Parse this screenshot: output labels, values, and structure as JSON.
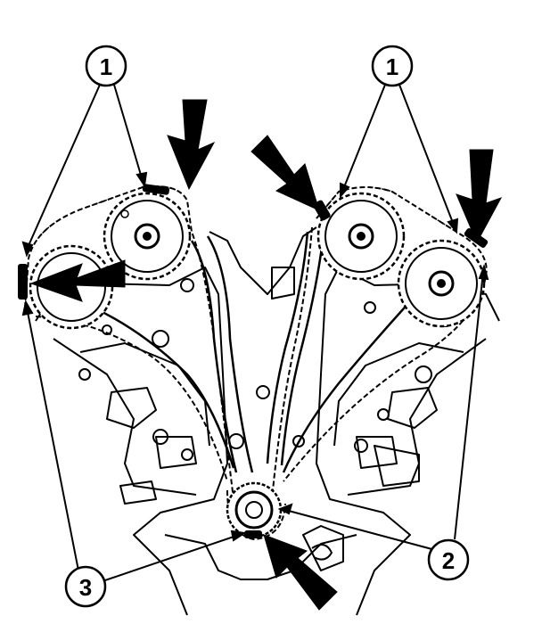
{
  "colors": {
    "ink": "#000000",
    "paper": "#ffffff"
  },
  "callouts": {
    "c1_left": "1",
    "c1_right": "1",
    "c2": "2",
    "c3": "3"
  },
  "icons": [
    "sprocket-icon",
    "timing-mark-arrow-icon",
    "callout-circle-icon"
  ]
}
